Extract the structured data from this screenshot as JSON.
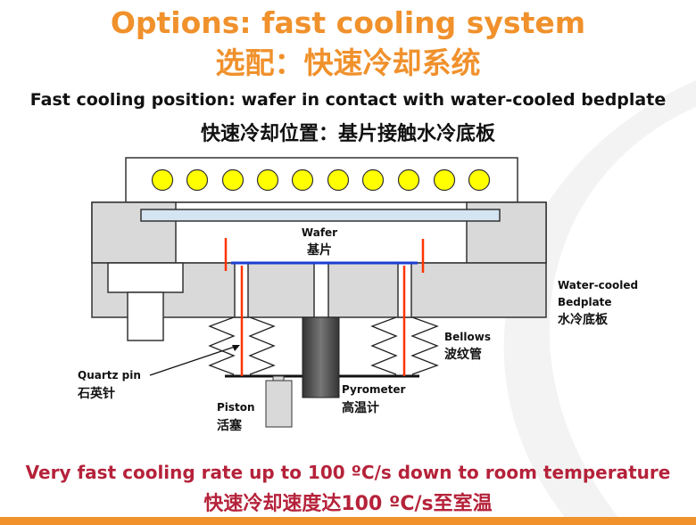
{
  "title": {
    "en": "Options: fast cooling system",
    "zh": "选配：快速冷却系统"
  },
  "subtitle": {
    "en": "Fast cooling position: wafer in contact with water-cooled bedplate",
    "zh": "快速冷却位置：基片接触水冷底板"
  },
  "labels": {
    "wafer": {
      "en": "Wafer",
      "zh": "基片"
    },
    "quartz_pin": {
      "en": "Quartz pin",
      "zh": "石英针"
    },
    "piston": {
      "en": "Piston",
      "zh": "活塞"
    },
    "pyrometer": {
      "en": "Pyrometer",
      "zh": "高温计"
    },
    "bellows": {
      "en": "Bellows",
      "zh": "波纹管"
    },
    "bedplate": {
      "en1": "Water-cooled",
      "en2": "Bedplate",
      "zh": "水冷底板"
    }
  },
  "footer": {
    "en": "Very fast cooling rate up to 100 ºC/s down to room temperature",
    "zh": "快速冷却速度达100 ºC/s至室温"
  },
  "colors": {
    "accent": "#F0912C",
    "highlight": "#B5223A",
    "lamp": "#FFFF00",
    "pin": "#FF3300",
    "wafer": "#1A3FD0"
  }
}
